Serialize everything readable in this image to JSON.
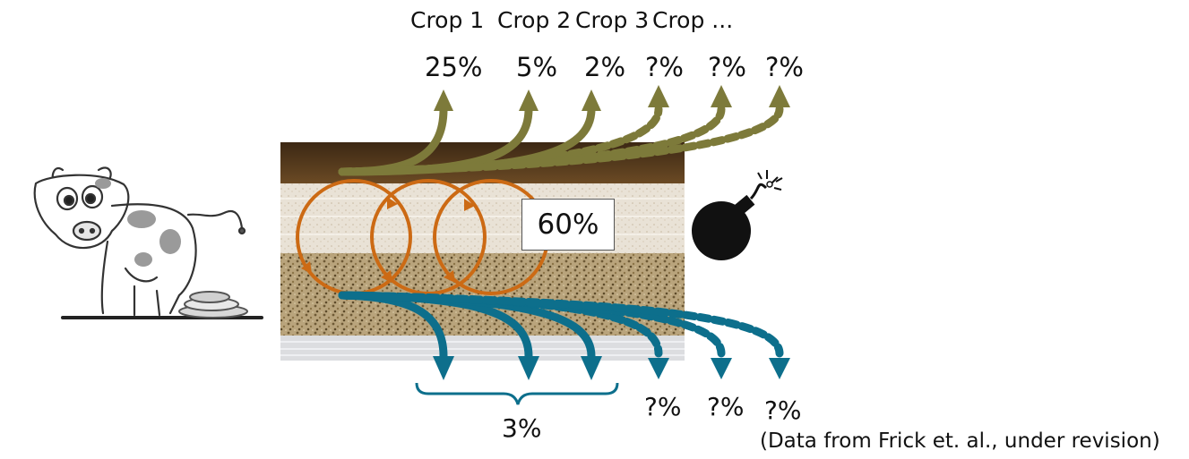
{
  "crops": {
    "titles": [
      "Crop 1",
      "Crop 2",
      "Crop 3",
      "Crop ..."
    ],
    "uptake": [
      "25%",
      "5%",
      "2%",
      "?%",
      "?%",
      "?%"
    ]
  },
  "recycling": {
    "label": "60%"
  },
  "leaching": {
    "measured_total": "3%",
    "unknown": [
      "?%",
      "?%",
      "?%"
    ]
  },
  "source_note": "(Data from Frick et. al., under revision)",
  "colors": {
    "uptake": "#7d7a3a",
    "recycling": "#cc6a14",
    "leaching": "#0d6f8c",
    "topsoil": "#4a3318"
  },
  "icons": [
    "cow-icon",
    "manure-pile-icon",
    "bomb-icon"
  ]
}
